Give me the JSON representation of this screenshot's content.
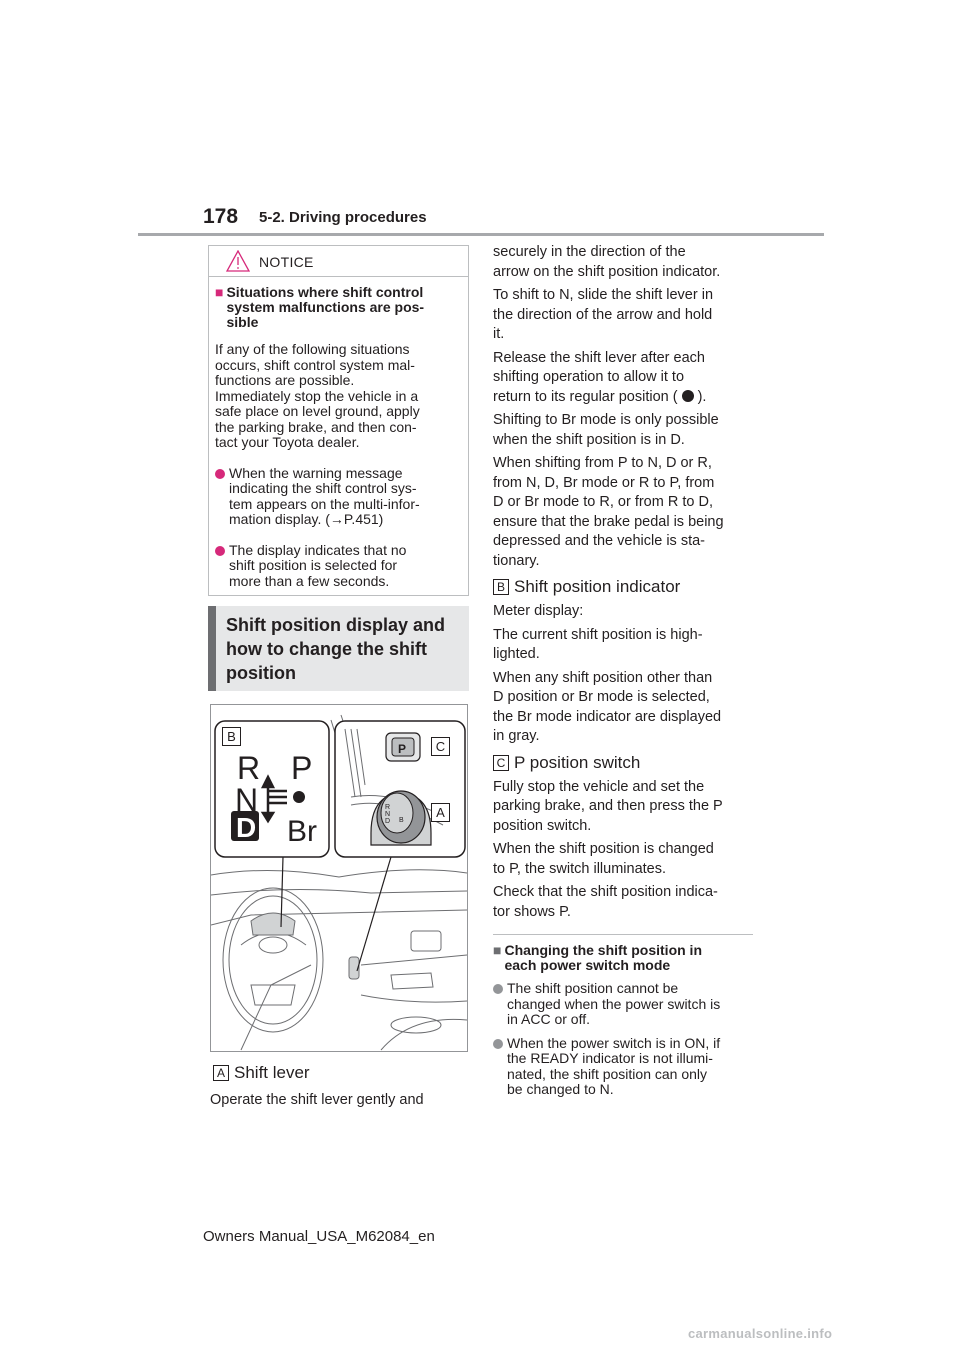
{
  "header": {
    "page_number": "178",
    "section": "5-2. Driving procedures"
  },
  "notice": {
    "title": "NOTICE",
    "subheading": "Situations where shift control system malfunctions are pos-\nsible",
    "paragraph": "If any of the following situations\noccurs, shift control system mal-\nfunctions are possible.\nImmediately stop the vehicle in a\nsafe place on level ground, apply\nthe parking brake, and then con-\ntact your Toyota dealer.",
    "bullets": [
      "When the warning message\nindicating the shift control sys-\ntem appears on the multi-infor-\nmation display. (→P.451)",
      "The display indicates that no\nshift position is selected for\nmore than a few seconds."
    ]
  },
  "heading": "Shift position display and\nhow to change the shift\nposition",
  "illustration": {
    "callouts": [
      "B",
      "C",
      "A"
    ],
    "meter_letters": [
      "R",
      "P",
      "N",
      "D",
      "Br"
    ],
    "knob_letters": [
      "R",
      "N",
      "D",
      "B"
    ],
    "p_switch_letter": "P"
  },
  "left_column": {
    "label_a": {
      "letter": "A",
      "text": "Shift lever"
    },
    "para": "Operate the shift lever gently and"
  },
  "right_column": {
    "p1": "securely in the direction of the\narrow on the shift position indicator.",
    "p2": "To shift to N, slide the shift lever in\nthe direction of the arrow and hold\nit.",
    "p3a": "Release the shift lever after each\nshifting operation to allow it to\nreturn to its regular position (",
    "p3b": ").",
    "p4": "Shifting to Br mode is only possible\nwhen the shift position is in D.",
    "p5": "When shifting from P to N, D or R,\nfrom N, D, Br mode or R to P, from\nD or Br mode to R, or from R to D,\nensure that the brake pedal is being\ndepressed and the vehicle is sta-\ntionary.",
    "label_b": {
      "letter": "B",
      "text": "Shift position indicator"
    },
    "p6": "Meter display:",
    "p7": "The current shift position is high-\nlighted.",
    "p8": "When any shift position other than\nD position or Br mode is selected,\nthe Br mode indicator are displayed\nin gray.",
    "label_c": {
      "letter": "C",
      "text": "P position switch"
    },
    "p9": "Fully stop the vehicle and set the\nparking brake, and then press the P\nposition switch.",
    "p10": "When the shift position is changed\nto P, the switch illuminates.",
    "p11": "Check that the shift position indica-\ntor shows P.",
    "subheading": "Changing the shift position in\neach power switch mode",
    "bullets": [
      "The shift position cannot be\nchanged when the power switch is\nin ACC or off.",
      "When the power switch is in ON, if\nthe READY indicator is not illumi-\nnated, the shift position can only\nbe changed to N."
    ]
  },
  "footer": "Owners Manual_USA_M62084_en",
  "watermark": "carmanualsonline.info"
}
